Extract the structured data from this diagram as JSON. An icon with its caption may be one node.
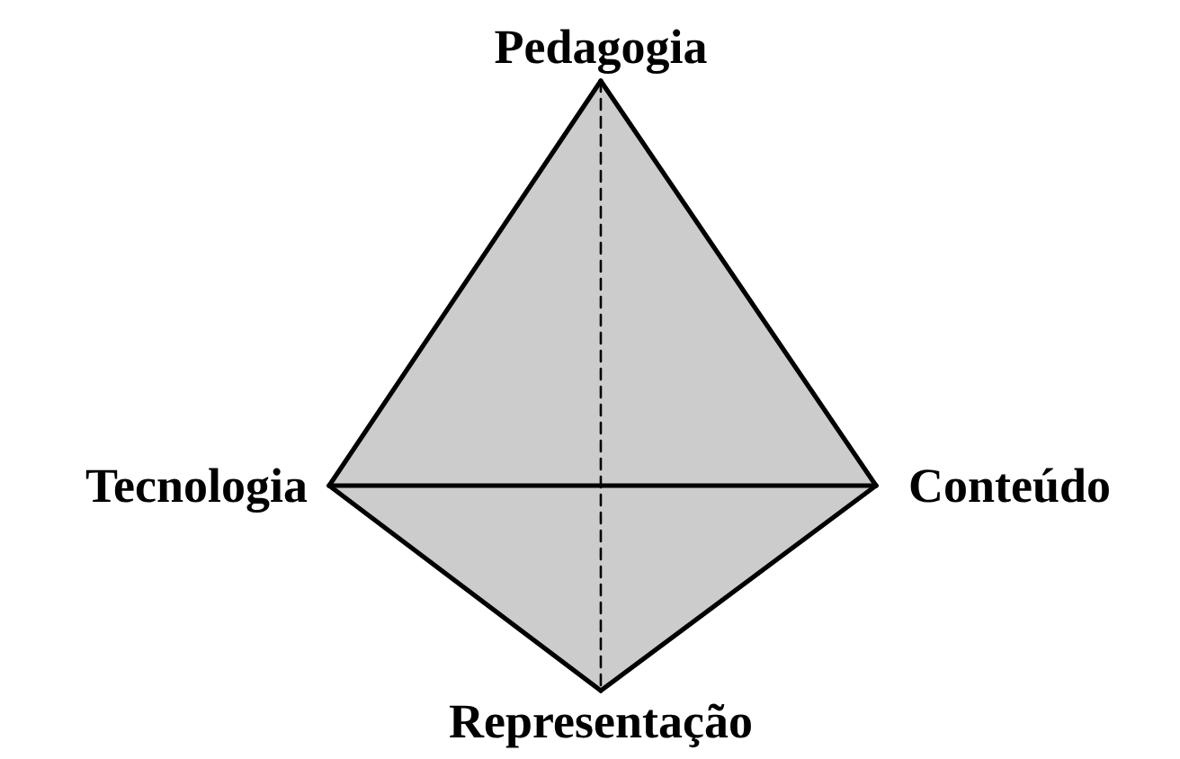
{
  "diagram": {
    "nodes": [
      {
        "text": [
          "Pedagogia"
        ]
      },
      {
        "text": [
          "Tecnologia"
        ]
      },
      {
        "text": [
          "Conteúdo"
        ]
      },
      {
        "text": [
          "Representação"
        ]
      }
    ],
    "edges": [
      {
        "from": 0,
        "to": 1,
        "arrow": "none"
      },
      {
        "from": 0,
        "to": 2,
        "arrow": "none"
      },
      {
        "from": 1,
        "to": 3,
        "arrow": "none"
      },
      {
        "from": 2,
        "to": 3,
        "arrow": "none"
      },
      {
        "from": 1,
        "to": 2,
        "arrow": "none"
      },
      {
        "from": 0,
        "to": 3,
        "arrow": "none",
        "style": "dashed"
      }
    ]
  }
}
